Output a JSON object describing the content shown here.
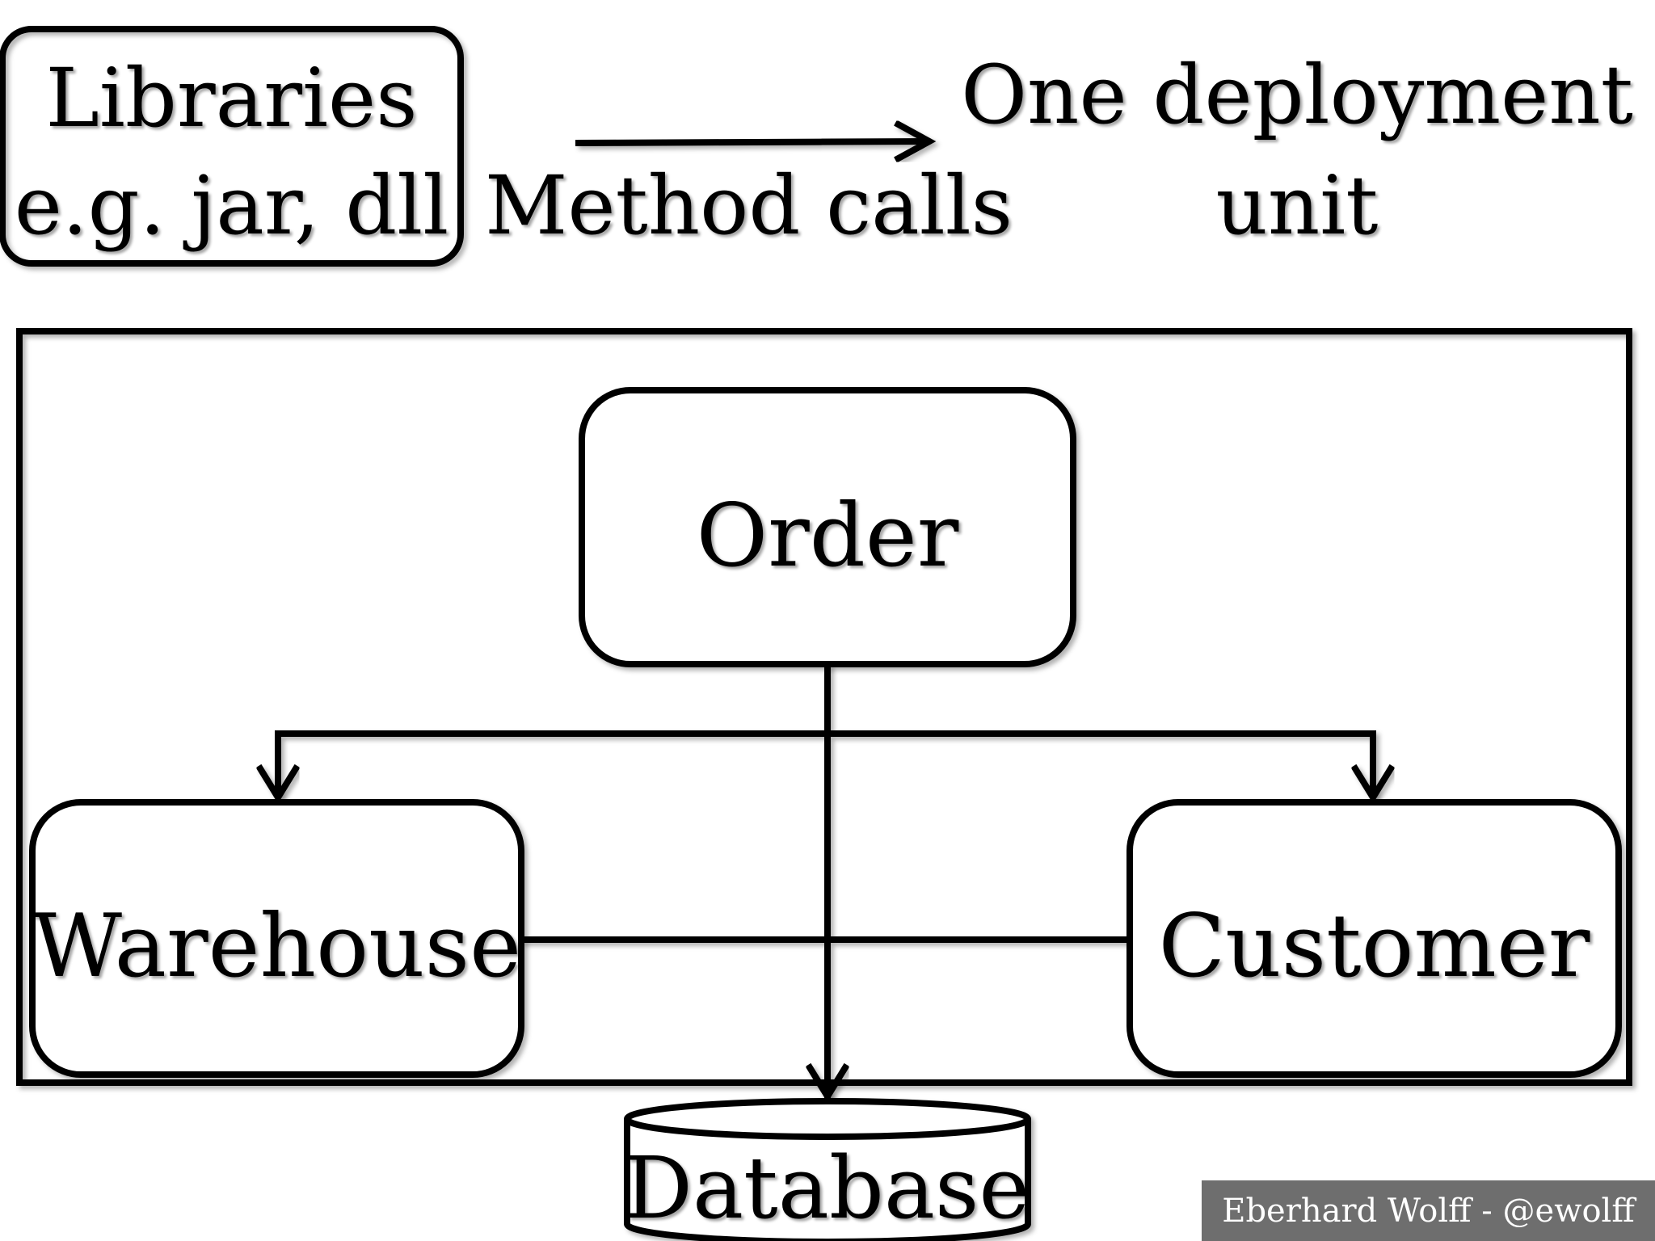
{
  "legend": {
    "box_title": "Libraries",
    "box_subtitle": "e.g. jar, dll",
    "arrow_label": "Method calls",
    "deployment_line1": "One deployment",
    "deployment_line2": "unit"
  },
  "nodes": {
    "order": "Order",
    "warehouse": "Warehouse",
    "customer": "Customer",
    "database": "Database"
  },
  "credit": "Eberhard Wolff - @ewolff",
  "colors": {
    "stroke": "#000000",
    "background": "#ffffff",
    "credit_background": "#6e6e6e",
    "credit_text": "#ffffff"
  }
}
